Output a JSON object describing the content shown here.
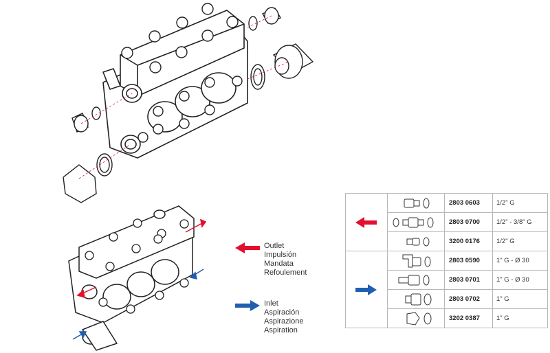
{
  "legend": {
    "outlet": [
      "Outlet",
      "Impulsión",
      "Mandata",
      "Refoulement"
    ],
    "inlet": [
      "Inlet",
      "Aspiración",
      "Aspirazione",
      "Aspiration"
    ]
  },
  "colors": {
    "outlet_arrow": "#e2102e",
    "inlet_arrow": "#1f5fb0"
  },
  "parts": {
    "outlet": [
      {
        "code": "2803 0603",
        "desc": "1/2\" G",
        "icon": "fitting-plug-icon"
      },
      {
        "code": "2803 0700",
        "desc": "1/2\" - 3/8\" G",
        "icon": "fitting-adapter-icon"
      },
      {
        "code": "3200 0176",
        "desc": "1/2\" G",
        "icon": "fitting-small-plug-icon"
      }
    ],
    "inlet": [
      {
        "code": "2803 0590",
        "desc": "1\" G - Ø 30",
        "icon": "elbow-hose-fitting-icon"
      },
      {
        "code": "2803 0701",
        "desc": "1\" G - Ø 30",
        "icon": "straight-hose-fitting-icon"
      },
      {
        "code": "2803 0702",
        "desc": "1\" G",
        "icon": "fitting-nipple-icon"
      },
      {
        "code": "3202 0387",
        "desc": "1\" G",
        "icon": "cap-icon"
      }
    ]
  }
}
